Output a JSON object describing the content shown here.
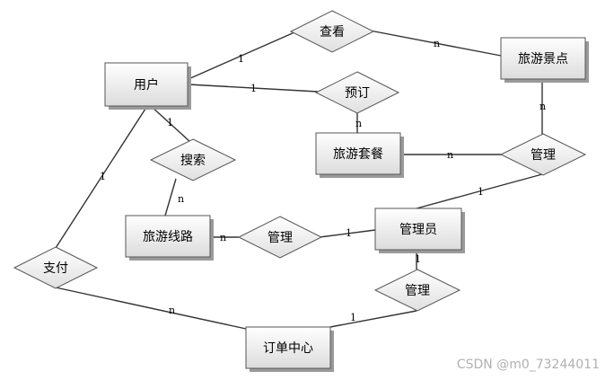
{
  "entities": {
    "user": "用户",
    "scenic_spot": "旅游景点",
    "package": "旅游套餐",
    "route": "旅游线路",
    "admin": "管理员",
    "order_center": "订单中心"
  },
  "relationships": {
    "view": "查看",
    "book": "预订",
    "search": "搜索",
    "manage_package": "管理",
    "manage_route": "管理",
    "manage_order": "管理",
    "pay": "支付"
  },
  "cardinalities": {
    "user_view": "1",
    "view_spot": "n",
    "user_book": "1",
    "book_package": "n",
    "user_search": "1",
    "search_route": "n",
    "spot_manage": "n",
    "package_manage": "n",
    "manage_admin_top": "1",
    "route_manage": "n",
    "manage_admin_mid": "1",
    "admin_manage": "1",
    "manage_order": "1",
    "user_pay": "1",
    "pay_order": "n"
  },
  "watermark": "CSDN @m0_73244011",
  "colors": {
    "entity_fill_top": "#ffffff",
    "entity_fill_bottom": "#d9d9d9",
    "shadow": "#9a9a9a",
    "line": "#333333"
  }
}
